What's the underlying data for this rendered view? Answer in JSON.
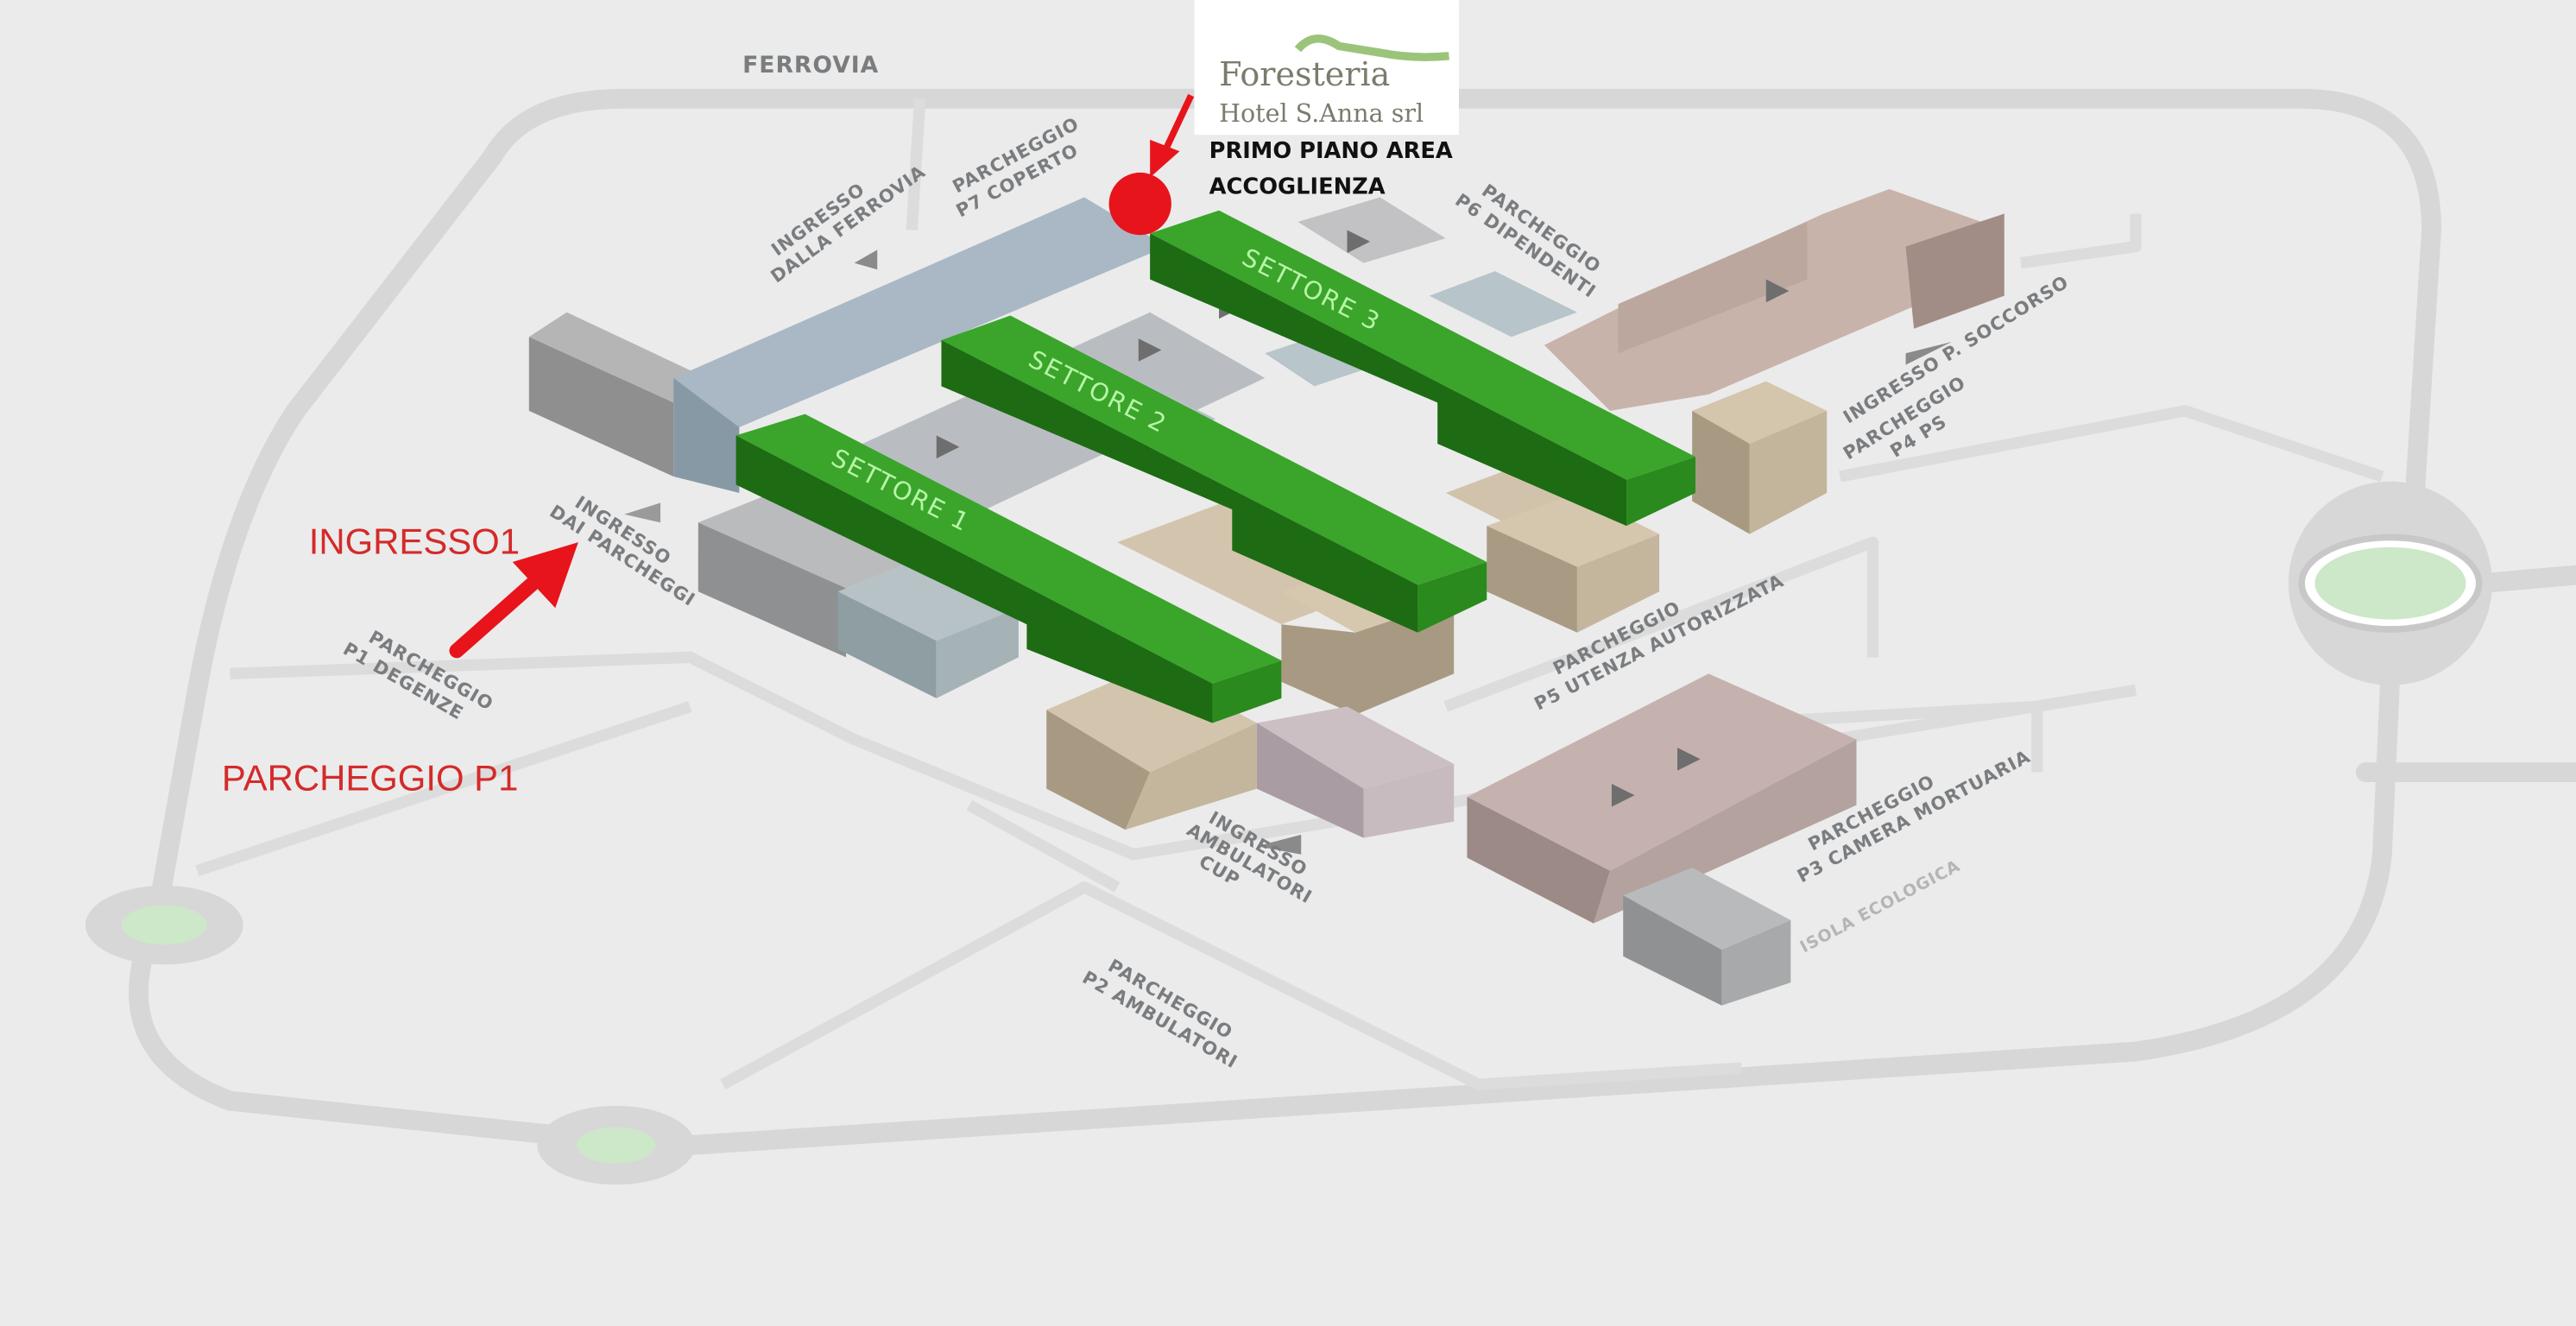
{
  "logo": {
    "line1": "Foresteria",
    "line2": "Hotel S.Anna srl"
  },
  "callout": {
    "line1": "PRIMO PIANO AREA",
    "line2": "ACCOGLIENZA"
  },
  "sectors": [
    {
      "label": "SETTORE 1"
    },
    {
      "label": "SETTORE 2"
    },
    {
      "label": "SETTORE 3"
    }
  ],
  "red_labels": {
    "entrance": "INGRESSO1",
    "parking": "PARCHEGGIO P1"
  },
  "map_labels": {
    "ferrovia": "FERROVIA",
    "ingresso_ferrovia": [
      "INGRESSO",
      "DALLA FERROVIA"
    ],
    "p7": [
      "PARCHEGGIO",
      "P7 COPERTO"
    ],
    "p6": [
      "PARCHEGGIO",
      "P6 DIPENDENTI"
    ],
    "soccorso": "INGRESSO P. SOCCORSO",
    "p4": [
      "PARCHEGGIO",
      "P4 PS"
    ],
    "p5": [
      "PARCHEGGIO",
      "P5 UTENZA AUTORIZZATA"
    ],
    "p3": [
      "PARCHEGGIO",
      "P3 CAMERA MORTUARIA"
    ],
    "isola": "ISOLA ECOLOGICA",
    "cup": [
      "INGRESSO",
      "AMBULATORI",
      "CUP"
    ],
    "p2": [
      "PARCHEGGIO",
      "P2 AMBULATORI"
    ],
    "p1": [
      "PARCHEGGIO",
      "P1 DEGENZE"
    ],
    "ingresso_parcheggi": [
      "INGRESSO",
      "DAI PARCHEGGI"
    ]
  },
  "colors": {
    "sector_green": "#2e9e1f",
    "marker_red": "#e8141b",
    "arrow_red": "#e8141b",
    "label_red": "#d42a2a",
    "roundabout_green": "#cde8c8"
  }
}
